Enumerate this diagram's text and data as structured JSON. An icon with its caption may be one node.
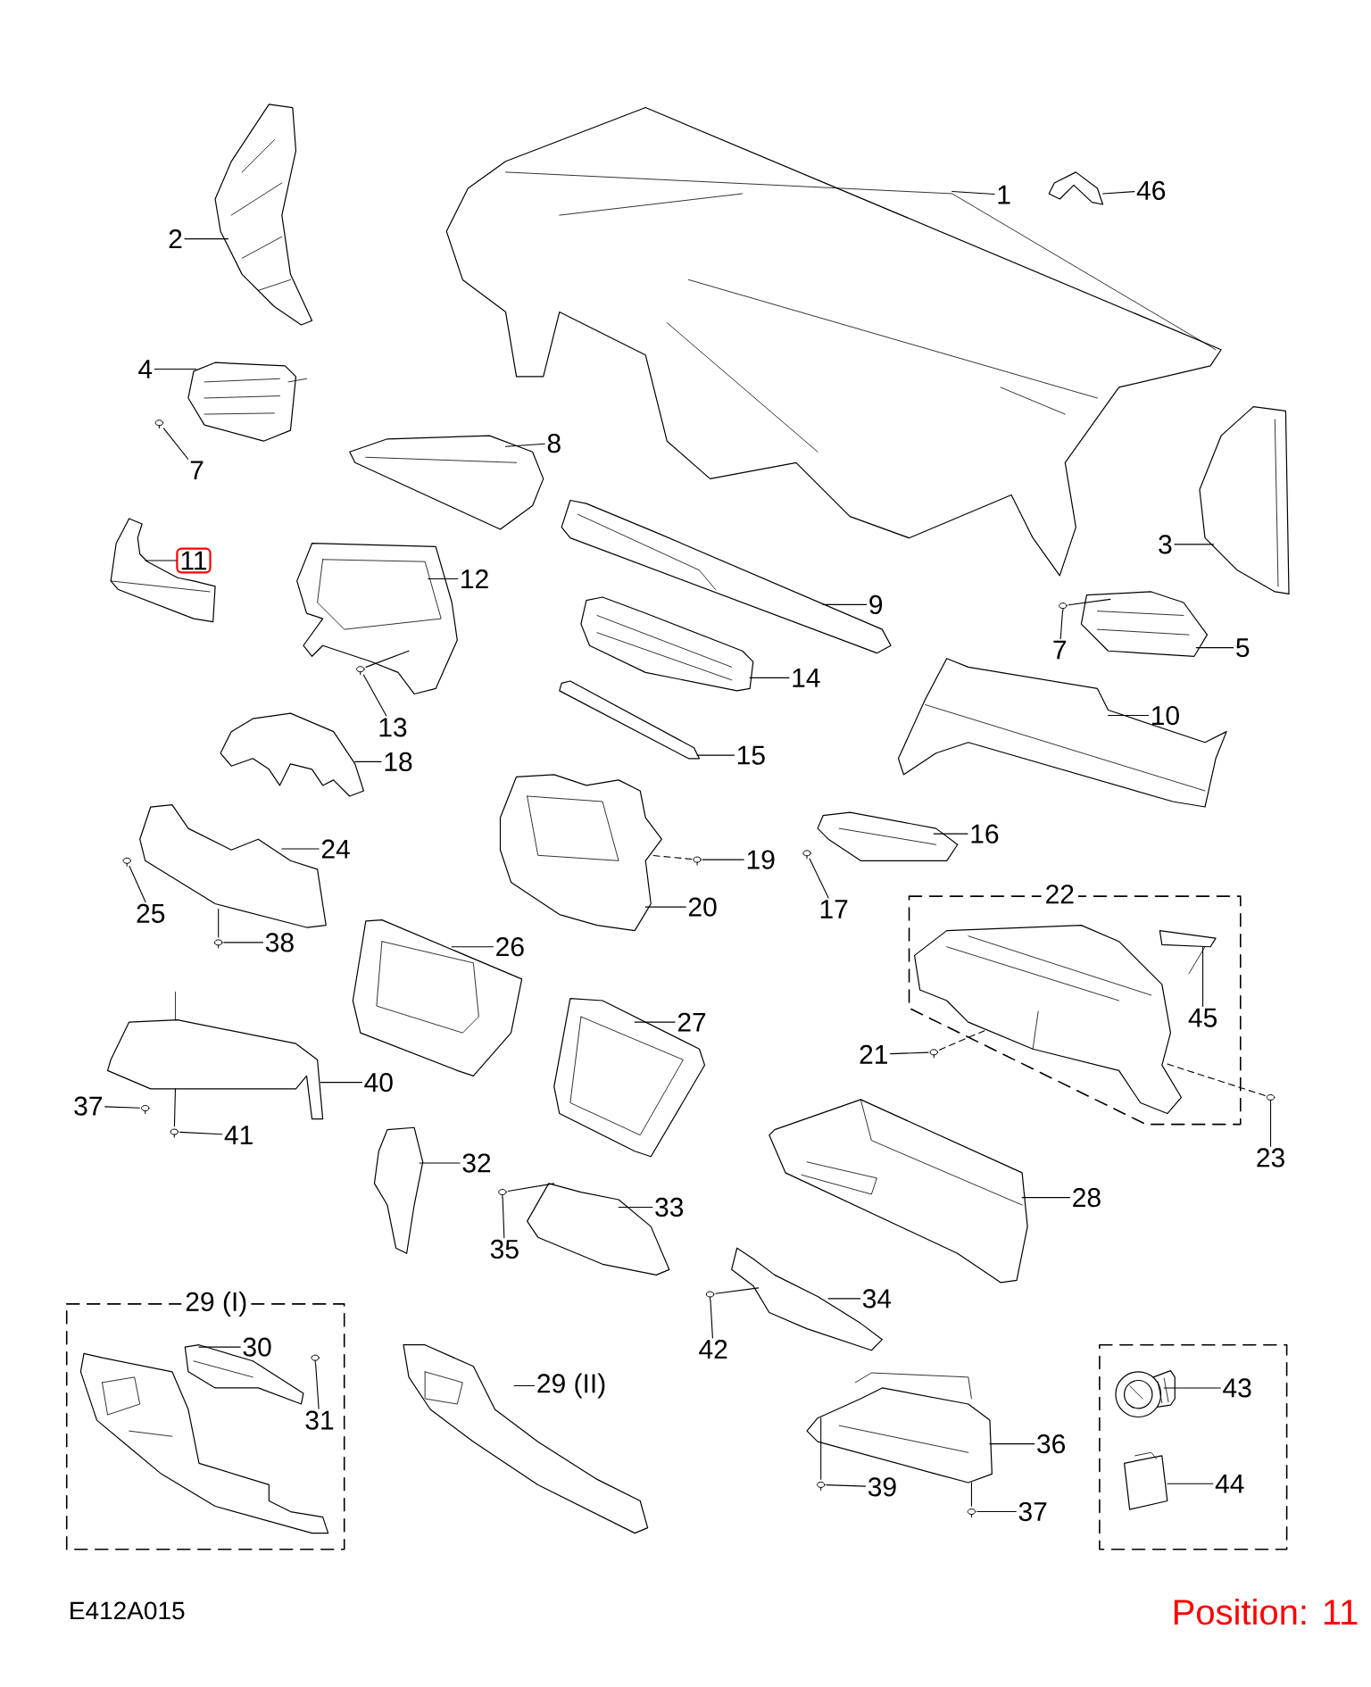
{
  "diagram": {
    "nodes": [
      {
        "text": [
          "1"
        ]
      },
      {
        "text": [],
        "shape": "picture"
      },
      {
        "text": [
          "46"
        ]
      },
      {
        "text": [],
        "shape": "picture"
      },
      {
        "text": [
          "2"
        ]
      },
      {
        "text": [],
        "shape": "picture"
      },
      {
        "text": [
          "4"
        ]
      },
      {
        "text": [],
        "shape": "picture"
      },
      {
        "text": [
          "8"
        ]
      },
      {
        "text": [],
        "shape": "picture"
      },
      {
        "text": [
          "7"
        ]
      },
      {
        "text": [],
        "shape": "picture"
      },
      {
        "text": [
          "11"
        ]
      },
      {
        "text": [],
        "shape": "picture"
      },
      {
        "text": [
          "12"
        ]
      },
      {
        "text": [],
        "shape": "picture"
      },
      {
        "text": [
          "3"
        ]
      },
      {
        "text": [],
        "shape": "picture"
      },
      {
        "text": [
          "9"
        ]
      },
      {
        "text": [],
        "shape": "picture"
      },
      {
        "text": [
          "7"
        ]
      },
      {
        "text": [],
        "shape": "picture"
      },
      {
        "text": [
          "5"
        ]
      },
      {
        "text": [],
        "shape": "picture"
      },
      {
        "text": [
          "14"
        ]
      },
      {
        "text": [],
        "shape": "picture"
      },
      {
        "text": [
          "13"
        ]
      },
      {
        "text": [],
        "shape": "picture"
      },
      {
        "text": [
          "10"
        ]
      },
      {
        "text": [],
        "shape": "picture"
      },
      {
        "text": [
          "15"
        ]
      },
      {
        "text": [],
        "shape": "picture"
      },
      {
        "text": [
          "18"
        ]
      },
      {
        "text": [],
        "shape": "picture"
      },
      {
        "text": [
          "16"
        ]
      },
      {
        "text": [],
        "shape": "picture"
      },
      {
        "text": [
          "24"
        ]
      },
      {
        "text": [],
        "shape": "picture"
      },
      {
        "text": [
          "19"
        ]
      },
      {
        "text": [],
        "shape": "picture"
      },
      {
        "text": [
          "20"
        ]
      },
      {
        "text": [],
        "shape": "picture"
      },
      {
        "text": [
          "17"
        ]
      },
      {
        "text": [],
        "shape": "picture"
      },
      {
        "text": [
          "25"
        ]
      },
      {
        "text": [],
        "shape": "picture"
      },
      {
        "text": [
          "22"
        ]
      },
      {
        "text": [],
        "shape": "picture",
        "in": 46
      },
      {
        "text": [
          "45"
        ],
        "in": 46
      },
      {
        "text": [],
        "shape": "picture",
        "in": 46
      },
      {
        "text": [
          "38"
        ]
      },
      {
        "text": [],
        "shape": "picture"
      },
      {
        "text": [
          "26"
        ]
      },
      {
        "text": [],
        "shape": "picture"
      },
      {
        "text": [
          "27"
        ]
      },
      {
        "text": [],
        "shape": "picture"
      },
      {
        "text": [
          "21"
        ]
      },
      {
        "text": [],
        "shape": "picture"
      },
      {
        "text": [
          "40"
        ]
      },
      {
        "text": [],
        "shape": "picture"
      },
      {
        "text": [
          "37"
        ]
      },
      {
        "text": [],
        "shape": "picture"
      },
      {
        "text": [
          "41"
        ]
      },
      {
        "text": [],
        "shape": "picture"
      },
      {
        "text": [
          "23"
        ]
      },
      {
        "text": [],
        "shape": "picture"
      },
      {
        "text": [
          "32"
        ]
      },
      {
        "text": [],
        "shape": "picture"
      },
      {
        "text": [
          "28"
        ]
      },
      {
        "text": [],
        "shape": "picture"
      },
      {
        "text": [
          "33"
        ]
      },
      {
        "text": [],
        "shape": "picture"
      },
      {
        "text": [
          "35"
        ]
      },
      {
        "text": [],
        "shape": "picture"
      },
      {
        "text": [
          "34"
        ]
      },
      {
        "text": [],
        "shape": "picture"
      },
      {
        "text": [
          "42"
        ]
      },
      {
        "text": [],
        "shape": "picture"
      },
      {
        "text": [
          "29 (I)"
        ]
      },
      {
        "text": [],
        "shape": "picture",
        "in": 78
      },
      {
        "text": [
          "30"
        ],
        "in": 78
      },
      {
        "text": [],
        "shape": "picture",
        "in": 78
      },
      {
        "text": [
          "31"
        ],
        "in": 78
      },
      {
        "text": [],
        "shape": "picture",
        "in": 78
      },
      {
        "text": [
          "29 (II)"
        ]
      },
      {
        "text": [],
        "shape": "picture"
      },
      {
        "text": [],
        "shape": "box"
      },
      {
        "text": [
          "43"
        ],
        "in": 86
      },
      {
        "text": [],
        "shape": "picture",
        "in": 86
      },
      {
        "text": [
          "44"
        ],
        "in": 86
      },
      {
        "text": [],
        "shape": "picture",
        "in": 86
      },
      {
        "text": [
          "36"
        ]
      },
      {
        "text": [],
        "shape": "picture"
      },
      {
        "text": [
          "39"
        ]
      },
      {
        "text": [],
        "shape": "picture"
      },
      {
        "text": [
          "37"
        ]
      },
      {
        "text": [],
        "shape": "picture"
      }
    ],
    "edges": [
      {
        "from": 0,
        "to": 1,
        "arrow": "none"
      },
      {
        "from": 2,
        "to": 3,
        "arrow": "none"
      },
      {
        "from": 4,
        "to": 5,
        "arrow": "none"
      },
      {
        "from": 6,
        "to": 7,
        "arrow": "none"
      },
      {
        "from": 8,
        "to": 9,
        "arrow": "none"
      },
      {
        "from": 10,
        "to": 11,
        "arrow": "none"
      },
      {
        "from": 12,
        "to": 13,
        "arrow": "none"
      },
      {
        "from": 14,
        "to": 15,
        "arrow": "none"
      },
      {
        "from": 16,
        "to": 17,
        "arrow": "none"
      },
      {
        "from": 18,
        "to": 19,
        "arrow": "none"
      },
      {
        "from": 20,
        "to": 21,
        "arrow": "none"
      },
      {
        "from": 22,
        "to": 23,
        "arrow": "none"
      },
      {
        "from": 24,
        "to": 25,
        "arrow": "none"
      },
      {
        "from": 26,
        "to": 27,
        "arrow": "none"
      },
      {
        "from": 28,
        "to": 29,
        "arrow": "none"
      },
      {
        "from": 30,
        "to": 31,
        "arrow": "none"
      },
      {
        "from": 32,
        "to": 33,
        "arrow": "none"
      },
      {
        "from": 34,
        "to": 35,
        "arrow": "none"
      },
      {
        "from": 36,
        "to": 37,
        "arrow": "none"
      },
      {
        "from": 38,
        "to": 39,
        "arrow": "none"
      },
      {
        "from": 40,
        "to": 41,
        "arrow": "none"
      },
      {
        "from": 42,
        "to": 43,
        "arrow": "none"
      },
      {
        "from": 44,
        "to": 45,
        "arrow": "none"
      },
      {
        "from": 48,
        "to": 49,
        "arrow": "none"
      },
      {
        "from": 50,
        "to": 51,
        "arrow": "none"
      },
      {
        "from": 52,
        "to": 53,
        "arrow": "none"
      },
      {
        "from": 54,
        "to": 55,
        "arrow": "none"
      },
      {
        "from": 56,
        "to": 57,
        "arrow": "none"
      },
      {
        "from": 58,
        "to": 59,
        "arrow": "none"
      },
      {
        "from": 60,
        "to": 61,
        "arrow": "none"
      },
      {
        "from": 62,
        "to": 63,
        "arrow": "none"
      },
      {
        "from": 64,
        "to": 65,
        "arrow": "none"
      },
      {
        "from": 66,
        "to": 67,
        "arrow": "none"
      },
      {
        "from": 68,
        "to": 69,
        "arrow": "none"
      },
      {
        "from": 70,
        "to": 71,
        "arrow": "none"
      },
      {
        "from": 72,
        "to": 73,
        "arrow": "none"
      },
      {
        "from": 74,
        "to": 75,
        "arrow": "none"
      },
      {
        "from": 76,
        "to": 77,
        "arrow": "none"
      },
      {
        "from": 80,
        "to": 81,
        "arrow": "none"
      },
      {
        "from": 82,
        "to": 83,
        "arrow": "none"
      },
      {
        "from": 84,
        "to": 85,
        "arrow": "none"
      },
      {
        "from": 87,
        "to": 88,
        "arrow": "none"
      },
      {
        "from": 89,
        "to": 90,
        "arrow": "none"
      },
      {
        "from": 91,
        "to": 92,
        "arrow": "none"
      },
      {
        "from": 93,
        "to": 94,
        "arrow": "none"
      },
      {
        "from": 95,
        "to": 96,
        "arrow": "none"
      },
      {
        "from": 39,
        "to": 41,
        "arrow": "none",
        "style": "dashed"
      },
      {
        "from": 57,
        "to": 47,
        "arrow": "none",
        "style": "dashed"
      },
      {
        "from": 65,
        "to": 47,
        "arrow": "none",
        "style": "dashed"
      },
      {
        "from": 73,
        "to": 71,
        "arrow": "none"
      },
      {
        "from": 51,
        "to": 37,
        "arrow": "none"
      },
      {
        "from": 63,
        "to": 59,
        "arrow": "none"
      },
      {
        "from": 94,
        "to": 92,
        "arrow": "none"
      },
      {
        "from": 96,
        "to": 92,
        "arrow": "none"
      },
      {
        "from": 21,
        "to": 23,
        "arrow": "none"
      },
      {
        "from": 77,
        "to": 75,
        "arrow": "none"
      },
      {
        "from": 27,
        "to": 15,
        "arrow": "none"
      }
    ],
    "labels": [
      "E412A015",
      "Position: 11"
    ]
  }
}
